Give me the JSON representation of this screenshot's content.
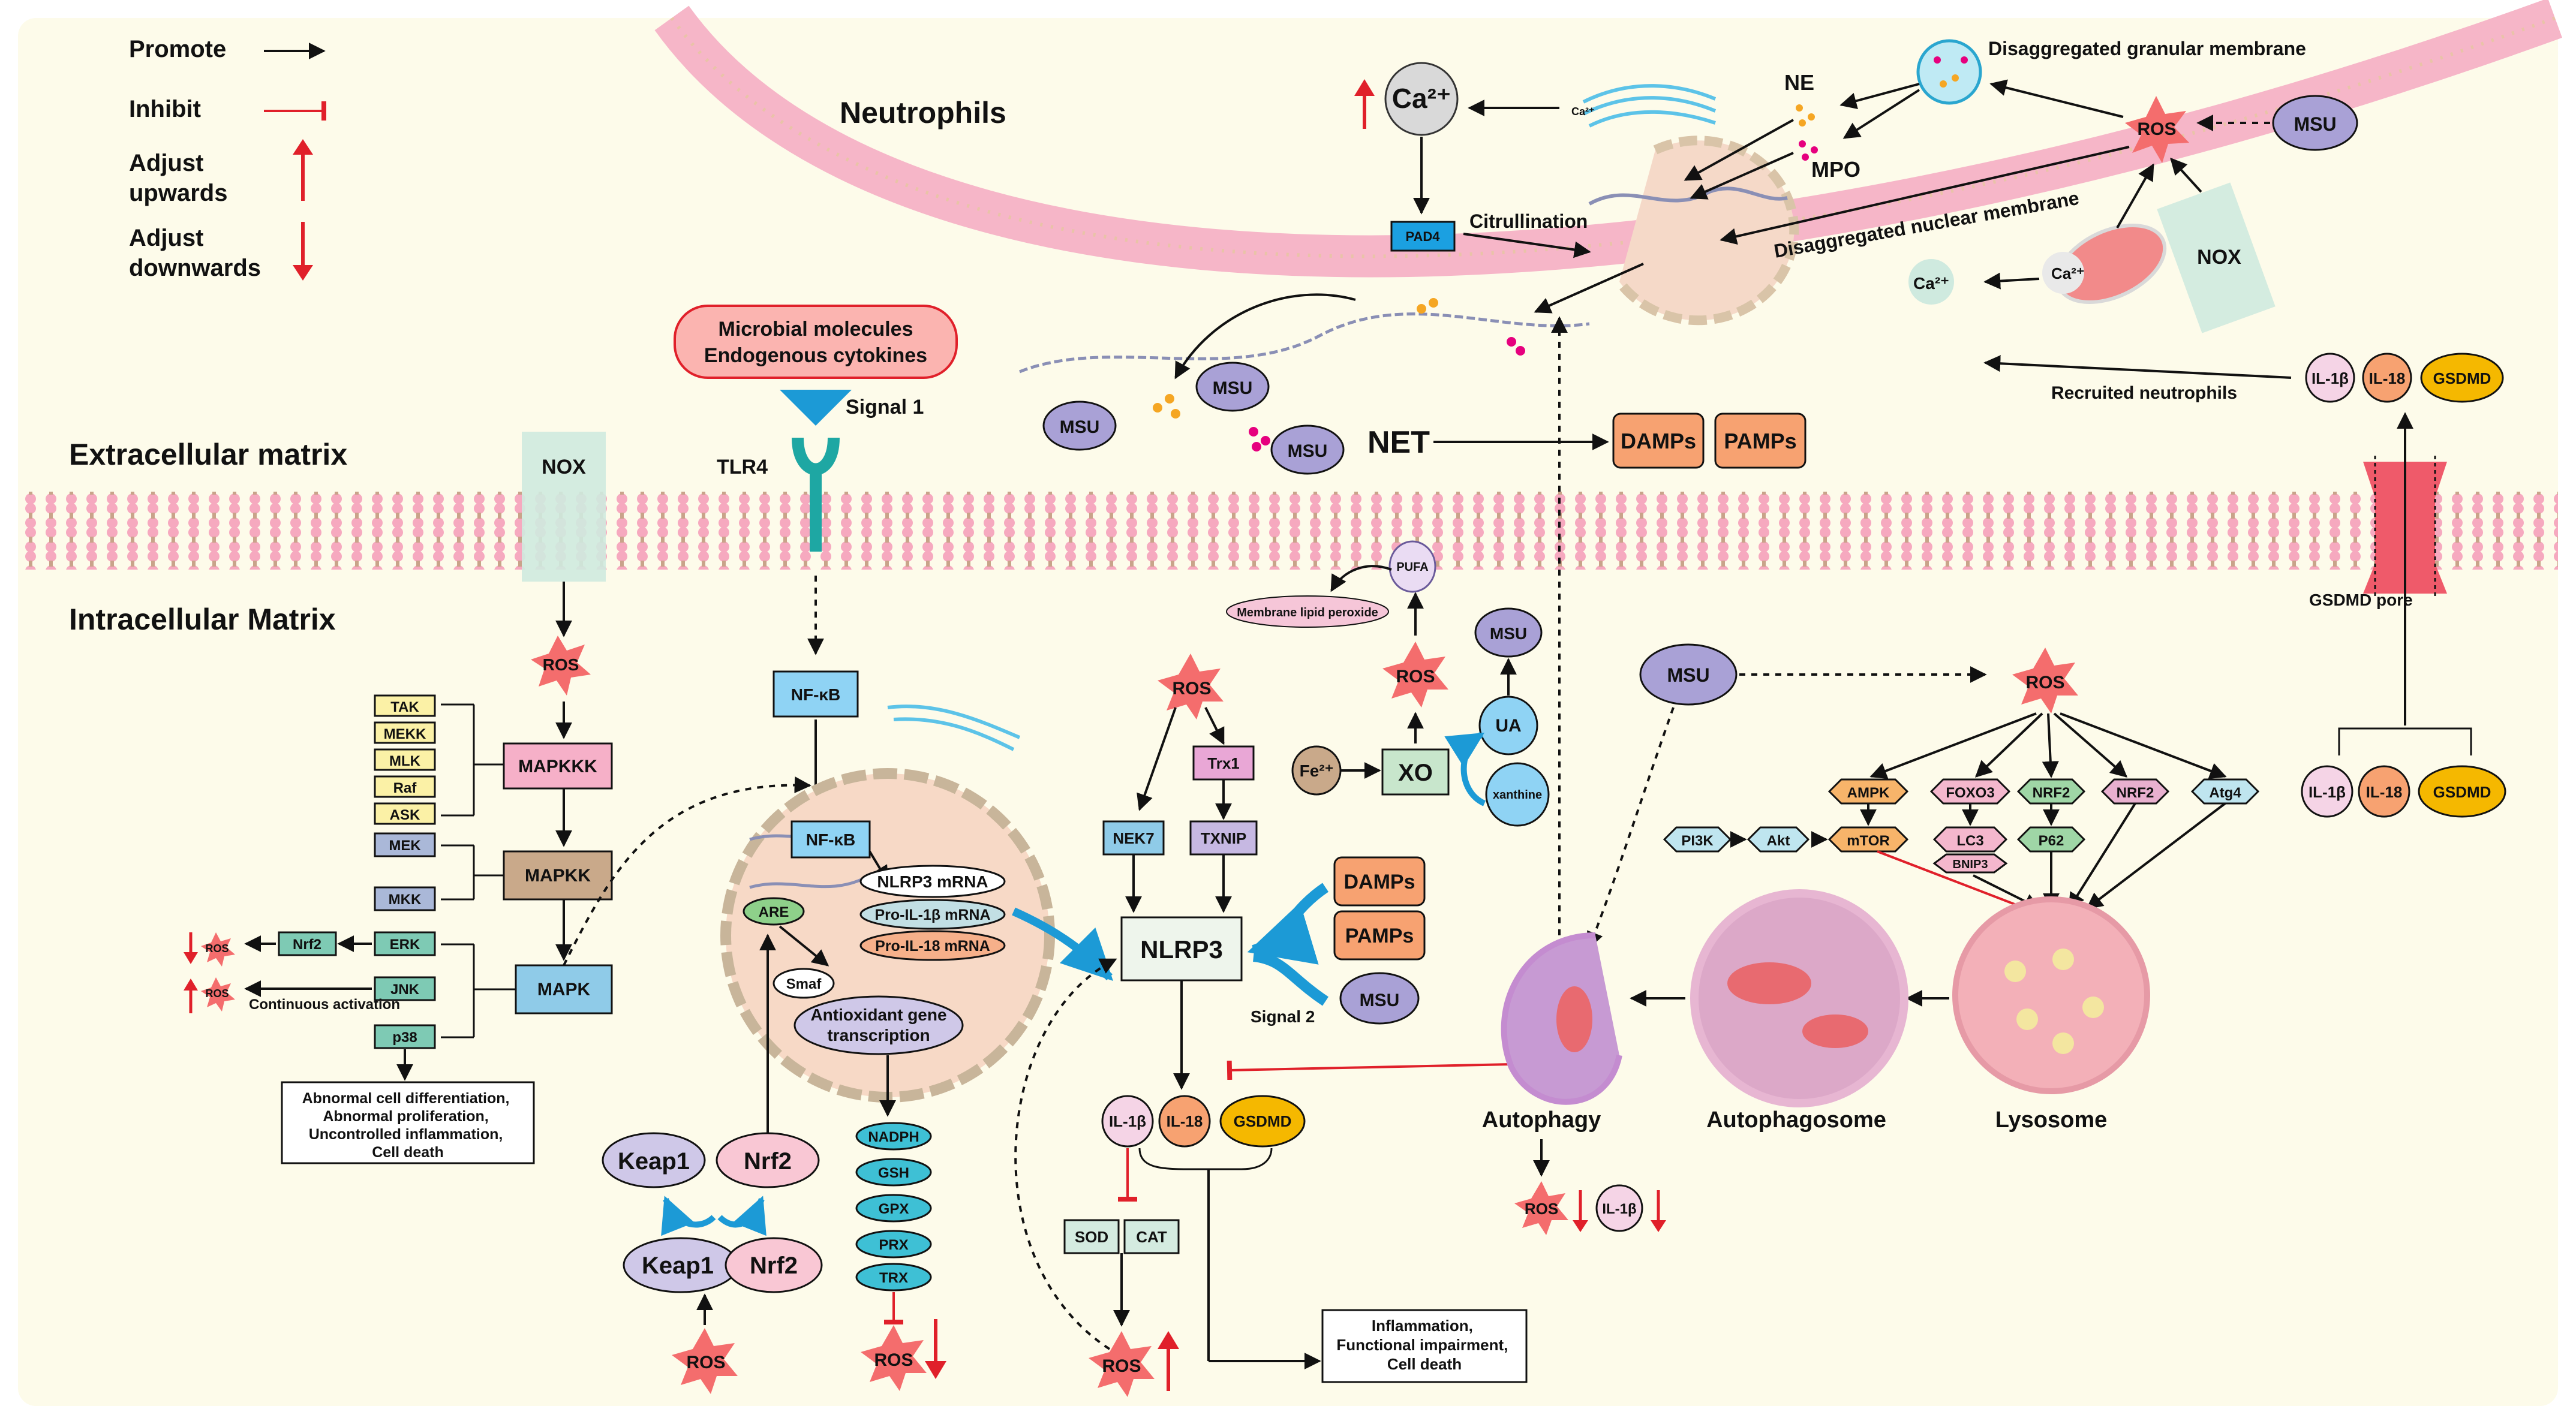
{
  "legend": {
    "promote": "Promote",
    "inhibit": "Inhibit",
    "adjust_up": [
      "Adjust",
      "upwards"
    ],
    "adjust_down": [
      "Adjust",
      "downwards"
    ]
  },
  "regions": {
    "neutrophils": "Neutrophils",
    "extracellular": "Extracellular matrix",
    "intracellular": "Intracellular Matrix"
  },
  "neutrophil": {
    "ca": "Ca²⁺",
    "ca_small": "Ca²⁺",
    "pad4": "PAD4",
    "citrullination": "Citrullination",
    "ne": "NE",
    "mpo": "MPO",
    "granular": "Disaggregated granular membrane",
    "nuclear": "Disaggregated nuclear membrane",
    "ros": "ROS",
    "msu": "MSU",
    "nox": "NOX",
    "ca_out": "Ca²⁺",
    "recruited": "Recruited neutrophils",
    "net": "NET",
    "damps": "DAMPs",
    "pamps": "PAMPs",
    "net_msu": [
      "MSU",
      "MSU",
      "MSU"
    ],
    "cytokines": [
      "IL-1β",
      "IL-18",
      "GSDMD"
    ]
  },
  "signal1": {
    "box": [
      "Microbial molecules",
      "Endogenous cytokines"
    ],
    "label": "Signal 1",
    "tlr4": "TLR4",
    "nfkb": "NF-κB",
    "nfkb_nuc": "NF-κB"
  },
  "nox_path": {
    "nox": "NOX",
    "ros": "ROS",
    "mapkkk": "MAPKKK",
    "mapkk": "MAPKK",
    "mapk": "MAPK",
    "kkk": [
      "TAK",
      "MEKK",
      "MLK",
      "Raf",
      "ASK"
    ],
    "kk": [
      "MEK",
      "MKK"
    ],
    "k": [
      "ERK",
      "JNK",
      "p38"
    ],
    "nrf2": "Nrf2",
    "ros_a": "ROS",
    "ros_b": "ROS",
    "continuous": "Continuous activation",
    "outcome": [
      "Abnormal cell differentiation,",
      "Abnormal proliferation,",
      "Uncontrolled inflammation,",
      "Cell death"
    ]
  },
  "nucleus": {
    "are": "ARE",
    "smaf": "Smaf",
    "mrna": [
      "NLRP3 mRNA",
      "Pro-IL-1β mRNA",
      "Pro-IL-18 mRNA"
    ],
    "antiox": [
      "Antioxidant gene",
      "transcription"
    ],
    "enzymes": [
      "NADPH",
      "GSH",
      "GPX",
      "PRX",
      "TRX"
    ],
    "ros": "ROS"
  },
  "keap": {
    "keap1": "Keap1",
    "nrf2": "Nrf2",
    "complex_keap1": "Keap1",
    "complex_nrf2": "Nrf2",
    "ros": "ROS"
  },
  "inflammasome": {
    "ros": "ROS",
    "trx1": "Trx1",
    "nek7": "NEK7",
    "txnip": "TXNIP",
    "nlrp3": "NLRP3",
    "damps": "DAMPs",
    "pamps": "PAMPs",
    "signal2": "Signal 2",
    "msu": "MSU",
    "cyto": [
      "IL-1β",
      "IL-18",
      "GSDMD"
    ],
    "sod": "SOD",
    "cat": "CAT",
    "ros_low": "ROS",
    "outcome": [
      "Inflammation,",
      "Functional impairment,",
      "Cell death"
    ]
  },
  "xo": {
    "pufa": "PUFA",
    "lipid": "Membrane lipid peroxide",
    "ros": "ROS",
    "msu": "MSU",
    "ua": "UA",
    "fe": "Fe²⁺",
    "xo": "XO",
    "xanthine": "xanthine"
  },
  "autophagy": {
    "msu": "MSU",
    "ros": "ROS",
    "nodes": [
      "AMPK",
      "FOXO3",
      "NRF2",
      "NRF2",
      "Atg4"
    ],
    "pi3k": "PI3K",
    "akt": "Akt",
    "mtor": "mTOR",
    "lc3": "LC3",
    "bnip3": "BNIP3",
    "p62": "P62",
    "autophagy": "Autophagy",
    "autophagosome": "Autophagosome",
    "lysosome": "Lysosome",
    "ros_low": "ROS",
    "il1b_low": "IL-1β",
    "gsdmd_pore": "GSDMD pore",
    "pore_cyto": [
      "IL-1β",
      "IL-18",
      "GSDMD"
    ]
  },
  "colors": {
    "membrane": "#f6b6c8",
    "background": "#fdfbea",
    "ros": "#f46d6d",
    "msu": "#a9a1d6",
    "nfkb": "#8fd3f4",
    "teal": "#5fc3c7",
    "orange": "#f7a271",
    "inhibit": "#e0202a"
  }
}
